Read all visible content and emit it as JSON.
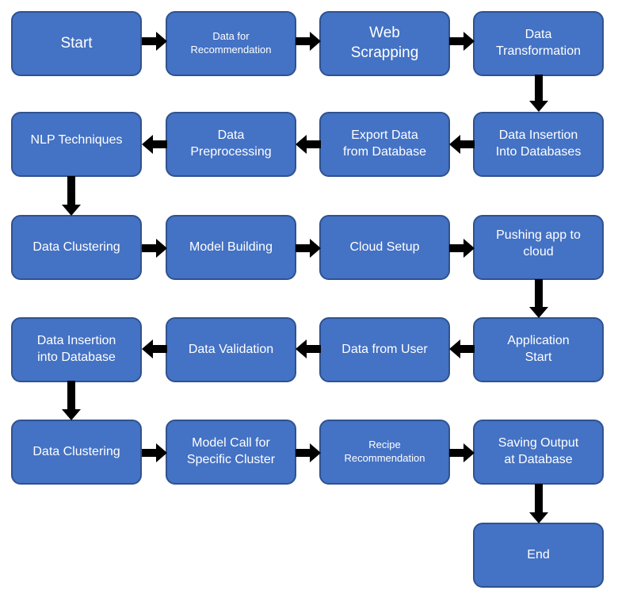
{
  "colors": {
    "box_fill": "#4472c4",
    "box_border": "#2f528f",
    "text": "#ffffff",
    "arrow": "#000000"
  },
  "steps": [
    "Start",
    "Data for\nRecommendation",
    "Web\nScrapping",
    "Data\nTransformation",
    "Data Insertion\nInto Databases",
    "Export Data\nfrom Database",
    "Data\nPreprocessing",
    "NLP Techniques",
    "Data Clustering",
    "Model Building",
    "Cloud Setup",
    "Pushing app to\ncloud",
    "Application\nStart",
    "Data from User",
    "Data Validation",
    "Data Insertion\ninto Database",
    "Data Clustering",
    "Model Call for\nSpecific Cluster",
    "Recipe\nRecommendation",
    "Saving Output\nat Database",
    "End"
  ]
}
